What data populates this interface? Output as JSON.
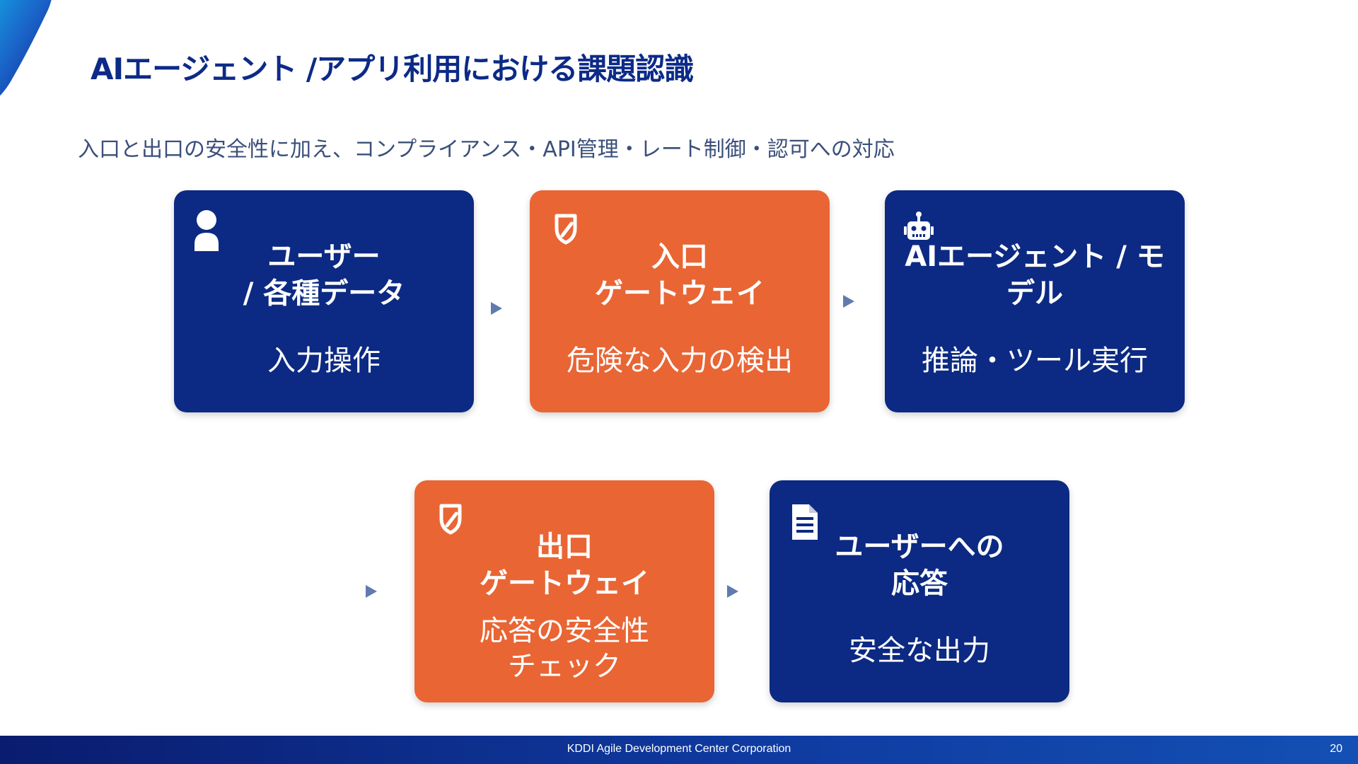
{
  "header": {
    "title": "AIエージェント /アプリ利用における課題認識",
    "subtitle": "入口と出口の安全性に加え、コンプライアンス・API管理・レート制御・認可への対応"
  },
  "flow": {
    "cards": [
      {
        "icon": "user-icon",
        "title": "ユーザー\n/ 各種データ",
        "description": "入力操作",
        "color": "#0c2a83"
      },
      {
        "icon": "shield-icon",
        "title": "入口\nゲートウェイ",
        "description": "危険な入力の検出",
        "color": "#e96534"
      },
      {
        "icon": "robot-icon",
        "title": "AIエージェント / モ\nデル",
        "description": "推論・ツール実行",
        "color": "#0c2a83"
      },
      {
        "icon": "shield-icon",
        "title": "出口\nゲートウェイ",
        "description": "応答の安全性\nチェック",
        "color": "#e96534"
      },
      {
        "icon": "document-icon",
        "title": "ユーザーへの\n応答",
        "description": "安全な出力",
        "color": "#0c2a83"
      }
    ],
    "arrow_color": "#5f7bb0"
  },
  "footer": {
    "company": "KDDI Agile Development Center Corporation",
    "page_number": "20"
  },
  "colors": {
    "title": "#0c2a87",
    "subtitle": "#3b4f7a",
    "blue_card": "#0c2a83",
    "orange_card": "#e96534",
    "footer_start": "#0a1c6e",
    "footer_end": "#1450b4"
  }
}
